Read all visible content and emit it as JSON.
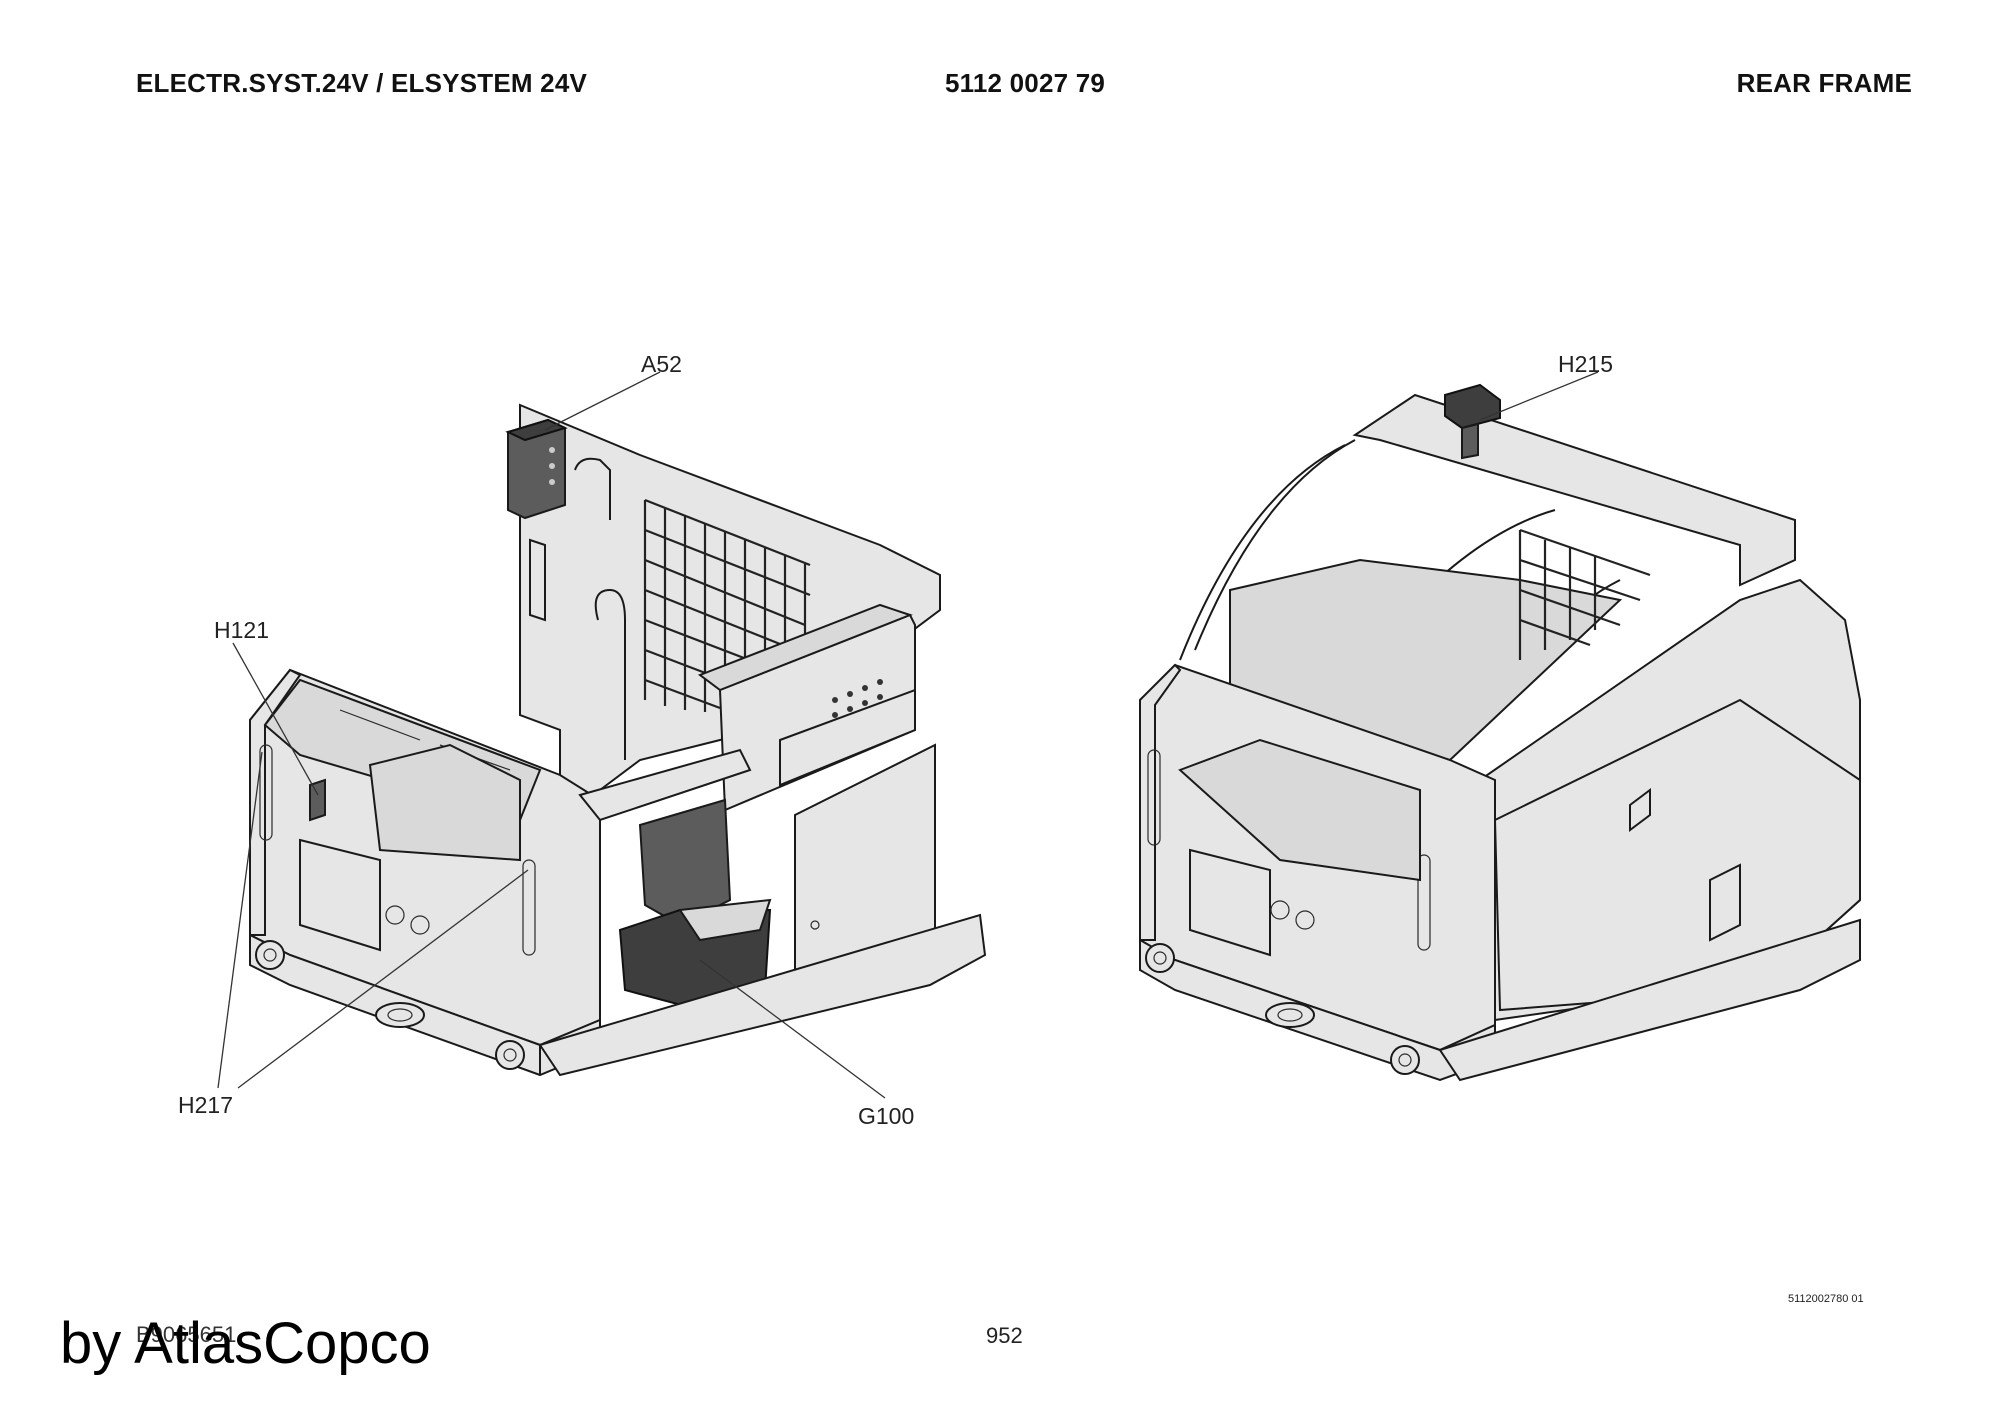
{
  "header": {
    "left": "ELECTR.SYST.24V / ELSYSTEM 24V",
    "center": "5112 0027 79",
    "right": "REAR FRAME"
  },
  "callouts": {
    "a52": "A52",
    "h121": "H121",
    "h217": "H217",
    "g100": "G100",
    "h215": "H215"
  },
  "footer": {
    "drawing_ref": "5112002780 01",
    "doc_code": "B9065651",
    "page_number": "952",
    "brand": "by AtlasCopco"
  }
}
